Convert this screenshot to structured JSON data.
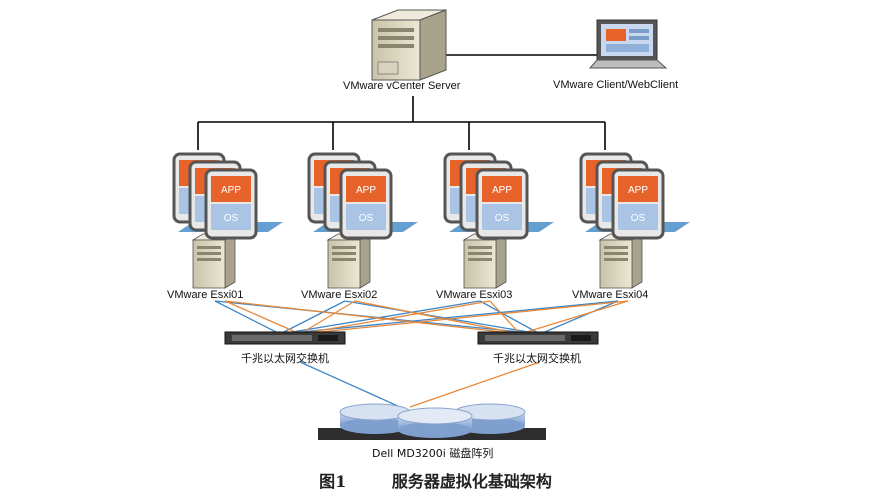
{
  "vcenter": {
    "label": "VMware vCenter Server"
  },
  "client": {
    "label": "VMware Client/WebClient"
  },
  "hosts": [
    {
      "label": "VMware Esxi01",
      "app": "APP",
      "os": "OS"
    },
    {
      "label": "VMware Esxi02",
      "app": "APP",
      "os": "OS"
    },
    {
      "label": "VMware Esxi03",
      "app": "APP",
      "os": "OS"
    },
    {
      "label": "VMware Esxi04",
      "app": "APP",
      "os": "OS"
    }
  ],
  "switches": [
    {
      "label": "千兆以太网交换机"
    },
    {
      "label": "千兆以太网交换机"
    }
  ],
  "storage": {
    "label": "Dell MD3200i 磁盘阵列"
  },
  "caption": {
    "figure": "图1",
    "title": "服务器虚拟化基础架构"
  },
  "colors": {
    "app": "#e8632a",
    "os": "#a9c4e4",
    "vm_frame": "#555555",
    "blue_link": "#3f86c6",
    "orange_link": "#e8893a",
    "disk": "#a6bde0"
  }
}
